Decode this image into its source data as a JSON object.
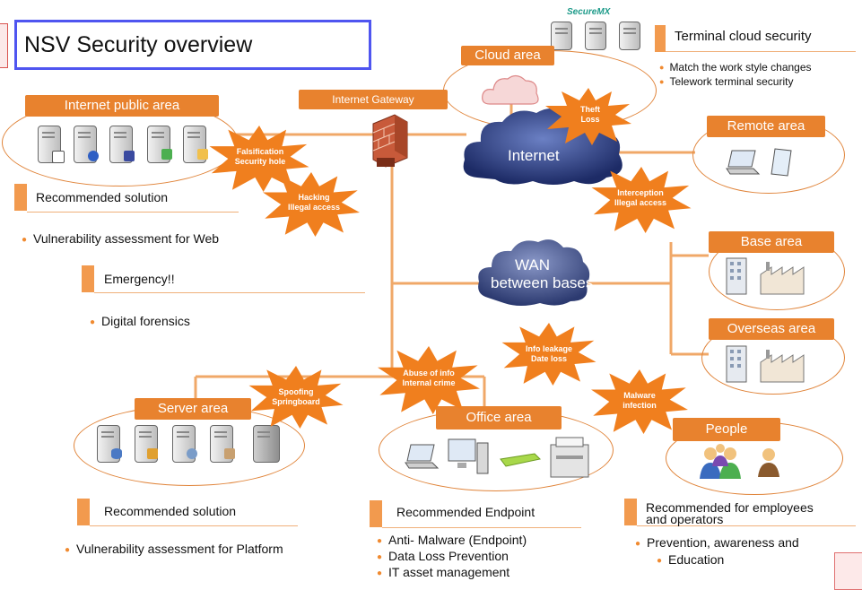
{
  "title": "NSV Security overview",
  "colors": {
    "accent": "#e8822e",
    "cloud_dark": "#25356f",
    "title_border": "#4f55f0"
  },
  "brand": "SecureMX",
  "areas": {
    "cloud": "Cloud area",
    "internet_gateway": "Internet Gateway",
    "internet_public": "Internet  public area",
    "remote": "Remote area",
    "base": "Base area",
    "overseas": "Overseas area",
    "server": "Server area",
    "office": "Office area",
    "people": "People"
  },
  "clouds": {
    "internet": "Internet",
    "wan_line1": "WAN",
    "wan_line2": "between bases"
  },
  "threats": {
    "theft": [
      "Theft",
      "Loss"
    ],
    "falsification": [
      "Falsification",
      "Security hole"
    ],
    "hacking": [
      "Hacking",
      "Illegal access"
    ],
    "interception": [
      "Interception",
      "Illegal access"
    ],
    "info_leakage": [
      "Info leakage",
      "Date loss"
    ],
    "abuse": [
      "Abuse of info",
      "Internal crime"
    ],
    "spoofing": [
      "Spoofing",
      "Springboard"
    ],
    "malware": [
      "Malware",
      "infection"
    ]
  },
  "terminal_cloud": {
    "title": "Terminal cloud security",
    "items": [
      "Match the work style changes",
      "Telework terminal security"
    ]
  },
  "rec_public": {
    "title": "Recommended solution",
    "items": [
      "Vulnerability assessment for Web"
    ]
  },
  "emergency": {
    "title": "Emergency!!",
    "items": [
      "Digital forensics"
    ]
  },
  "rec_platform": {
    "title": "Recommended solution",
    "items": [
      "Vulnerability assessment for Platform"
    ]
  },
  "rec_endpoint": {
    "title": "Recommended Endpoint",
    "items": [
      "Anti- Malware (Endpoint)",
      "Data Loss Prevention",
      "IT asset management"
    ]
  },
  "rec_employees": {
    "title_line1": "Recommended for employees",
    "title_line2": "and operators",
    "items_line1": "Prevention, awareness and",
    "items_line2": "Education"
  }
}
